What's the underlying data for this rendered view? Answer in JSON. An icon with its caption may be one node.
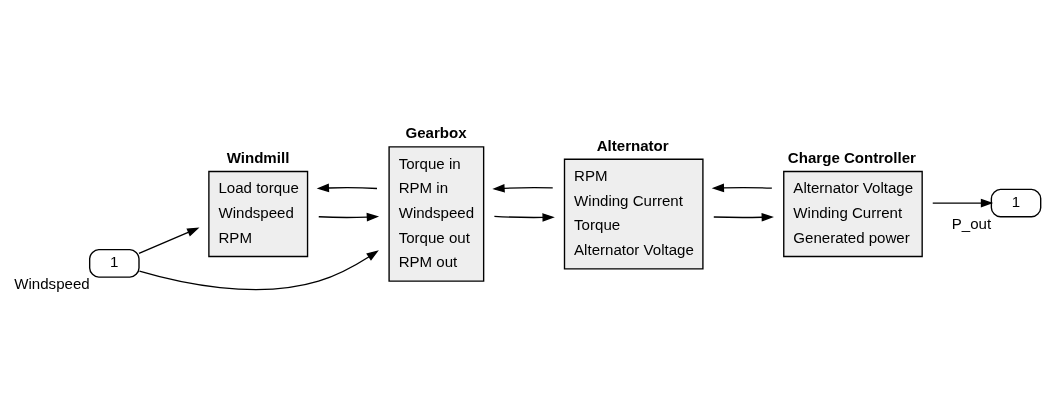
{
  "diagram": {
    "nodes": [
      {
        "text": [
          "1"
        ],
        "beside": [
          "Windspeed"
        ]
      },
      {
        "text": [
          "Windmill",
          "Load torque",
          "Windspeed",
          "RPM"
        ]
      },
      {
        "text": [
          "Gearbox",
          "Torque in",
          "RPM in",
          "Windspeed",
          "Torque out",
          "RPM out"
        ]
      },
      {
        "text": [
          "Alternator",
          "RPM",
          "Winding Current",
          "Torque",
          "Alternator Voltage"
        ]
      },
      {
        "text": [
          "Charge Controller",
          "Alternator Voltage",
          "Winding Current",
          "Generated power"
        ]
      },
      {
        "text": [
          "1"
        ],
        "beside": [
          "P_out"
        ]
      }
    ],
    "edges": [
      {
        "from": 0,
        "to": 1,
        "arrow": "to"
      },
      {
        "from": 0,
        "to": 2,
        "arrow": "to"
      },
      {
        "from": 1,
        "to": 2,
        "arrow": "to"
      },
      {
        "from": 2,
        "to": 1,
        "arrow": "to"
      },
      {
        "from": 2,
        "to": 3,
        "arrow": "to"
      },
      {
        "from": 3,
        "to": 2,
        "arrow": "to"
      },
      {
        "from": 3,
        "to": 4,
        "arrow": "to"
      },
      {
        "from": 4,
        "to": 3,
        "arrow": "to"
      },
      {
        "from": 4,
        "to": 5,
        "arrow": "to"
      }
    ]
  }
}
